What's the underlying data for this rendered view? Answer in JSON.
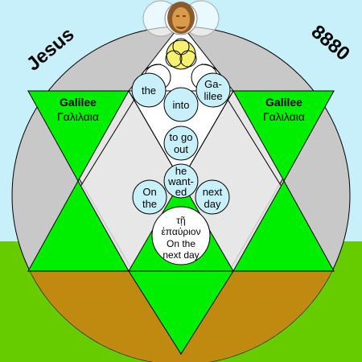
{
  "labels": {
    "left_corner": "Jesus",
    "right_corner": "8880",
    "left_triangle_en": "Galilee",
    "left_triangle_gr": "Γαλιλαια",
    "right_triangle_en": "Galilee",
    "right_triangle_gr": "Γαλιλαια"
  },
  "bubbles": {
    "the": "the",
    "galilee_line1": "Ga-",
    "galilee_line2": "lilee",
    "into": "into",
    "to_go_line1": "to go",
    "to_go_line2": "out",
    "wanted_line1": "he",
    "wanted_line2": "want-",
    "wanted_line3": "ed",
    "on_the_line1": "On",
    "on_the_line2": "the",
    "next_day_line1": "next",
    "next_day_line2": "day"
  },
  "center": {
    "greek_line1": "τῇ",
    "greek_line2": "ἐπαύριον",
    "english_line1": "On the",
    "english_line2": "next day"
  },
  "colors": {
    "sky": "#c8f0fa",
    "ground_green": "#66cc00",
    "circle_gray": "#c8c8c8",
    "light_gray": "#e6e6e6",
    "bright_green": "#00ee00",
    "brown": "#c08a10",
    "bubble_fill": "#c8f0fa",
    "halo": "#f7f070",
    "face": "#d99a4a"
  }
}
